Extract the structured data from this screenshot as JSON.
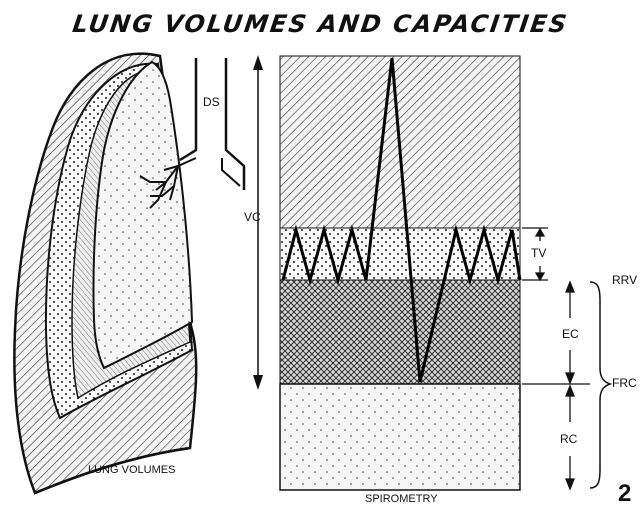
{
  "title": "LUNG VOLUMES AND CAPACITIES",
  "figure_number": "2",
  "captions": {
    "left": "LUNG VOLUMES",
    "bottom": "SPIROMETRY"
  },
  "labels": {
    "ds": "DS",
    "vc": "VC",
    "tv": "TV",
    "ec": "EC",
    "rc": "RC",
    "rrv": "RRV",
    "frc": "FRC"
  }
}
